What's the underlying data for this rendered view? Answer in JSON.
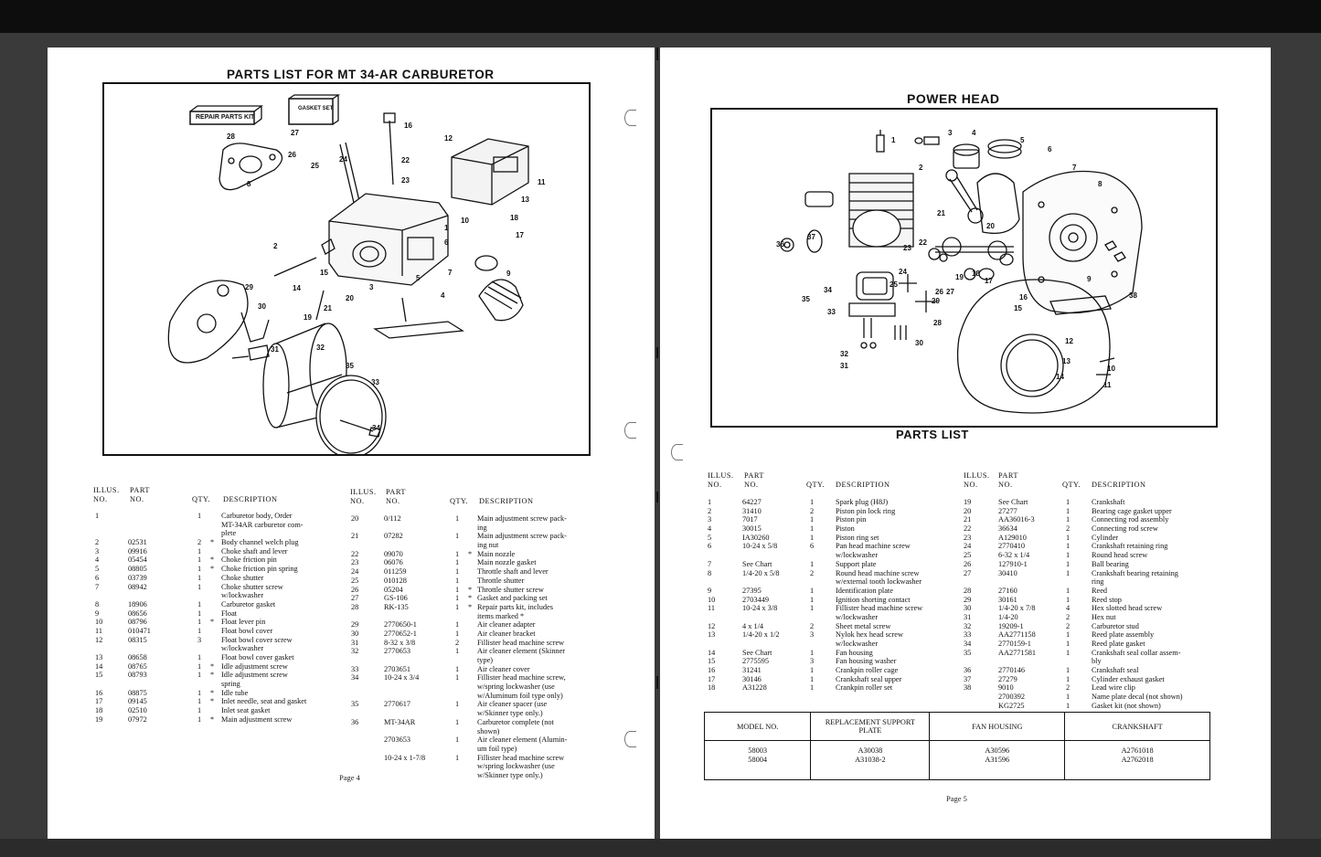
{
  "left_page": {
    "title": "PARTS LIST FOR MT 34-AR CARBURETOR",
    "diagram": {
      "kit_label": "REPAIR PARTS KIT",
      "gasket_label": "GASKET SET",
      "callouts": [
        "1",
        "2",
        "3",
        "4",
        "5",
        "6",
        "7",
        "8",
        "9",
        "10",
        "11",
        "12",
        "13",
        "14",
        "15",
        "16",
        "17",
        "18",
        "19",
        "20",
        "21",
        "22",
        "23",
        "24",
        "25",
        "26",
        "27",
        "28",
        "29",
        "30",
        "31",
        "32",
        "33",
        "34",
        "35"
      ]
    },
    "headers": {
      "illus": "ILLUS.",
      "no": "NO.",
      "part": "PART",
      "part_no": "NO.",
      "qty": "QTY.",
      "desc": "DESCRIPTION"
    },
    "col1": [
      {
        "illus": "1",
        "part": "",
        "qty": "1",
        "mark": "",
        "desc": "Carburetor body, Order"
      },
      {
        "illus": "",
        "part": "",
        "qty": "",
        "mark": "",
        "desc": "MT-34AR carburetor com-"
      },
      {
        "illus": "",
        "part": "",
        "qty": "",
        "mark": "",
        "desc": "plete"
      },
      {
        "illus": "2",
        "part": "02531",
        "qty": "2",
        "mark": "*",
        "desc": "Body channel welch plug"
      },
      {
        "illus": "3",
        "part": "09916",
        "qty": "1",
        "mark": "",
        "desc": "Choke shaft and lever"
      },
      {
        "illus": "4",
        "part": "05454",
        "qty": "1",
        "mark": "*",
        "desc": "Choke friction pin"
      },
      {
        "illus": "5",
        "part": "08805",
        "qty": "1",
        "mark": "*",
        "desc": "Choke friction pin spring"
      },
      {
        "illus": "6",
        "part": "03739",
        "qty": "1",
        "mark": "",
        "desc": "Choke shutter"
      },
      {
        "illus": "7",
        "part": "08942",
        "qty": "1",
        "mark": "",
        "desc": "Choke shutter screw"
      },
      {
        "illus": "",
        "part": "",
        "qty": "",
        "mark": "",
        "desc": "w/lockwasher"
      },
      {
        "illus": "8",
        "part": "18906",
        "qty": "1",
        "mark": "",
        "desc": "Carburetor gasket"
      },
      {
        "illus": "9",
        "part": "08656",
        "qty": "1",
        "mark": "",
        "desc": "Float"
      },
      {
        "illus": "10",
        "part": "08796",
        "qty": "1",
        "mark": "*",
        "desc": "Float lever pin"
      },
      {
        "illus": "11",
        "part": "010471",
        "qty": "1",
        "mark": "",
        "desc": "Float bowl cover"
      },
      {
        "illus": "12",
        "part": "08315",
        "qty": "3",
        "mark": "",
        "desc": "Float bowl cover screw"
      },
      {
        "illus": "",
        "part": "",
        "qty": "",
        "mark": "",
        "desc": "w/lockwasher"
      },
      {
        "illus": "13",
        "part": "08658",
        "qty": "1",
        "mark": "",
        "desc": "Float bowl cover gasket"
      },
      {
        "illus": "14",
        "part": "08765",
        "qty": "1",
        "mark": "*",
        "desc": "Idle adjustment screw"
      },
      {
        "illus": "15",
        "part": "08793",
        "qty": "1",
        "mark": "*",
        "desc": "Idle adjustment screw"
      },
      {
        "illus": "",
        "part": "",
        "qty": "",
        "mark": "",
        "desc": "spring"
      },
      {
        "illus": "16",
        "part": "08875",
        "qty": "1",
        "mark": "*",
        "desc": "Idle tube"
      },
      {
        "illus": "17",
        "part": "09145",
        "qty": "1",
        "mark": "*",
        "desc": "Inlet needle, seat and gasket"
      },
      {
        "illus": "18",
        "part": "02510",
        "qty": "1",
        "mark": "",
        "desc": "Inlet seat gasket"
      },
      {
        "illus": "19",
        "part": "07972",
        "qty": "1",
        "mark": "*",
        "desc": "Main adjustment screw"
      }
    ],
    "col2": [
      {
        "illus": "20",
        "part": "0/112",
        "qty": "1",
        "mark": "",
        "desc": "Main adjustment screw pack-"
      },
      {
        "illus": "",
        "part": "",
        "qty": "",
        "mark": "",
        "desc": "ing"
      },
      {
        "illus": "21",
        "part": "07282",
        "qty": "1",
        "mark": "",
        "desc": "Main adjustment screw pack-"
      },
      {
        "illus": "",
        "part": "",
        "qty": "",
        "mark": "",
        "desc": "ing nut"
      },
      {
        "illus": "22",
        "part": "09070",
        "qty": "1",
        "mark": "*",
        "desc": "Main nozzle"
      },
      {
        "illus": "23",
        "part": "06076",
        "qty": "1",
        "mark": "",
        "desc": "Main nozzle gasket"
      },
      {
        "illus": "24",
        "part": "011259",
        "qty": "1",
        "mark": "",
        "desc": "Throttle shaft and lever"
      },
      {
        "illus": "25",
        "part": "010128",
        "qty": "1",
        "mark": "",
        "desc": "Throttle shutter"
      },
      {
        "illus": "26",
        "part": "05204",
        "qty": "1",
        "mark": "*",
        "desc": "Throttle shutter screw"
      },
      {
        "illus": "27",
        "part": "GS-106",
        "qty": "1",
        "mark": "*",
        "desc": "Gasket and packing set"
      },
      {
        "illus": "28",
        "part": "RK-135",
        "qty": "1",
        "mark": "*",
        "desc": "Repair parts kit, includes"
      },
      {
        "illus": "",
        "part": "",
        "qty": "",
        "mark": "",
        "desc": "items marked *"
      },
      {
        "illus": "29",
        "part": "2770650-1",
        "qty": "1",
        "mark": "",
        "desc": "Air cleaner adapter"
      },
      {
        "illus": "30",
        "part": "2770652-1",
        "qty": "1",
        "mark": "",
        "desc": "Air cleaner bracket"
      },
      {
        "illus": "31",
        "part": "8-32 x 3/8",
        "qty": "2",
        "mark": "",
        "desc": "Fillister head machine screw"
      },
      {
        "illus": "32",
        "part": "2770653",
        "qty": "1",
        "mark": "",
        "desc": "Air cleaner element (Skinner"
      },
      {
        "illus": "",
        "part": "",
        "qty": "",
        "mark": "",
        "desc": "type)"
      },
      {
        "illus": "33",
        "part": "2703651",
        "qty": "1",
        "mark": "",
        "desc": "Air cleaner cover"
      },
      {
        "illus": "34",
        "part": "10-24 x 3/4",
        "qty": "1",
        "mark": "",
        "desc": "Fillister head machine screw,"
      },
      {
        "illus": "",
        "part": "",
        "qty": "",
        "mark": "",
        "desc": "w/spring lockwasher (use"
      },
      {
        "illus": "",
        "part": "",
        "qty": "",
        "mark": "",
        "desc": "w/Aluminum foil type only)"
      },
      {
        "illus": "35",
        "part": "2770617",
        "qty": "1",
        "mark": "",
        "desc": "Air cleaner spacer (use"
      },
      {
        "illus": "",
        "part": "",
        "qty": "",
        "mark": "",
        "desc": "w/Skinner type only.)"
      },
      {
        "illus": "36",
        "part": "MT-34AR",
        "qty": "1",
        "mark": "",
        "desc": "Carburetor complete (not"
      },
      {
        "illus": "",
        "part": "",
        "qty": "",
        "mark": "",
        "desc": "shown)"
      },
      {
        "illus": "",
        "part": "2703653",
        "qty": "1",
        "mark": "",
        "desc": "Air cleaner element (Alumin-"
      },
      {
        "illus": "",
        "part": "",
        "qty": "",
        "mark": "",
        "desc": "um foil type)"
      },
      {
        "illus": "",
        "part": "10-24 x 1-7/8",
        "qty": "1",
        "mark": "",
        "desc": "Fillister head machine screw"
      },
      {
        "illus": "",
        "part": "",
        "qty": "",
        "mark": "",
        "desc": "w/spring lockwasher (use"
      },
      {
        "illus": "",
        "part": "",
        "qty": "",
        "mark": "",
        "desc": "w/Skinner type only.)"
      }
    ],
    "page_number": "Page 4"
  },
  "right_page": {
    "title": "POWER HEAD",
    "diagram": {
      "callouts": [
        "1",
        "2",
        "3",
        "4",
        "5",
        "6",
        "7",
        "8",
        "9",
        "10",
        "11",
        "12",
        "13",
        "14",
        "15",
        "16",
        "17",
        "18",
        "19",
        "20",
        "21",
        "22",
        "23",
        "24",
        "25",
        "26",
        "27",
        "28",
        "29",
        "30",
        "31",
        "32",
        "33",
        "34",
        "35",
        "36",
        "37",
        "38"
      ]
    },
    "subtitle": "PARTS LIST",
    "headers": {
      "illus": "ILLUS.",
      "no": "NO.",
      "part": "PART",
      "part_no": "NO.",
      "qty": "QTY.",
      "desc": "DESCRIPTION"
    },
    "col1": [
      {
        "illus": "1",
        "part": "64227",
        "qty": "1",
        "desc": "Spark plug (H8J)"
      },
      {
        "illus": "2",
        "part": "31410",
        "qty": "2",
        "desc": "Piston pin lock ring"
      },
      {
        "illus": "3",
        "part": "7017",
        "qty": "1",
        "desc": "Piston pin"
      },
      {
        "illus": "4",
        "part": "30015",
        "qty": "1",
        "desc": "Piston"
      },
      {
        "illus": "5",
        "part": "IA30260",
        "qty": "1",
        "desc": "Piston ring set"
      },
      {
        "illus": "6",
        "part": "10-24 x 5/8",
        "qty": "6",
        "desc": "Pan head machine screw"
      },
      {
        "illus": "",
        "part": "",
        "qty": "",
        "desc": "w/lockwasher"
      },
      {
        "illus": "7",
        "part": "See Chart",
        "qty": "1",
        "desc": "Support plate"
      },
      {
        "illus": "8",
        "part": "1/4-20 x 5/8",
        "qty": "2",
        "desc": "Round head machine screw"
      },
      {
        "illus": "",
        "part": "",
        "qty": "",
        "desc": "w/external tooth lockwasher"
      },
      {
        "illus": "9",
        "part": "27395",
        "qty": "1",
        "desc": "Identification plate"
      },
      {
        "illus": "10",
        "part": "2703449",
        "qty": "1",
        "desc": "Ignition shorting contact"
      },
      {
        "illus": "11",
        "part": "10-24 x 3/8",
        "qty": "1",
        "desc": "Fillister head machine screw"
      },
      {
        "illus": "",
        "part": "",
        "qty": "",
        "desc": "w/lockwasher"
      },
      {
        "illus": "12",
        "part": "4 x 1/4",
        "qty": "2",
        "desc": "Sheet metal screw"
      },
      {
        "illus": "13",
        "part": "1/4-20 x 1/2",
        "qty": "3",
        "desc": "Nylok hex head screw"
      },
      {
        "illus": "",
        "part": "",
        "qty": "",
        "desc": "w/lockwasher"
      },
      {
        "illus": "14",
        "part": "See Chart",
        "qty": "1",
        "desc": "Fan housing"
      },
      {
        "illus": "15",
        "part": "2775595",
        "qty": "3",
        "desc": "Fan housing washer"
      },
      {
        "illus": "16",
        "part": "31241",
        "qty": "1",
        "desc": "Crankpin roller cage"
      },
      {
        "illus": "17",
        "part": "30146",
        "qty": "1",
        "desc": "Crankshaft seal upper"
      },
      {
        "illus": "18",
        "part": "A31228",
        "qty": "1",
        "desc": "Crankpin roller set"
      }
    ],
    "col2": [
      {
        "illus": "19",
        "part": "See Chart",
        "qty": "1",
        "desc": "Crankshaft"
      },
      {
        "illus": "20",
        "part": "27277",
        "qty": "1",
        "desc": "Bearing cage gasket upper"
      },
      {
        "illus": "21",
        "part": "AA36016-3",
        "qty": "1",
        "desc": "Connecting rod assembly"
      },
      {
        "illus": "22",
        "part": "36634",
        "qty": "2",
        "desc": "Connecting rod screw"
      },
      {
        "illus": "23",
        "part": "A129010",
        "qty": "1",
        "desc": "Cylinder"
      },
      {
        "illus": "24",
        "part": "2770410",
        "qty": "1",
        "desc": "Crankshaft retaining ring"
      },
      {
        "illus": "25",
        "part": "6-32 x 1/4",
        "qty": "1",
        "desc": "Round head screw"
      },
      {
        "illus": "26",
        "part": "127910-1",
        "qty": "1",
        "desc": "Ball bearing"
      },
      {
        "illus": "27",
        "part": "30410",
        "qty": "1",
        "desc": "Crankshaft bearing retaining"
      },
      {
        "illus": "",
        "part": "",
        "qty": "",
        "desc": "ring"
      },
      {
        "illus": "28",
        "part": "27160",
        "qty": "1",
        "desc": "Reed"
      },
      {
        "illus": "29",
        "part": "30161",
        "qty": "1",
        "desc": "Reed stop"
      },
      {
        "illus": "30",
        "part": "1/4-20 x 7/8",
        "qty": "4",
        "desc": "Hex slotted head screw"
      },
      {
        "illus": "31",
        "part": "1/4-20",
        "qty": "2",
        "desc": "Hex nut"
      },
      {
        "illus": "32",
        "part": "19209-1",
        "qty": "2",
        "desc": "Carburetor stud"
      },
      {
        "illus": "33",
        "part": "AA2771158",
        "qty": "1",
        "desc": "Reed plate assembly"
      },
      {
        "illus": "34",
        "part": "2770159-1",
        "qty": "1",
        "desc": "Reed plate gasket"
      },
      {
        "illus": "35",
        "part": "AA2771581",
        "qty": "1",
        "desc": "Crankshaft seal collar assem-"
      },
      {
        "illus": "",
        "part": "",
        "qty": "",
        "desc": "bly"
      },
      {
        "illus": "36",
        "part": "2770146",
        "qty": "1",
        "desc": "Crankshaft seal"
      },
      {
        "illus": "37",
        "part": "27279",
        "qty": "1",
        "desc": "Cylinder exhaust gasket"
      },
      {
        "illus": "38",
        "part": "9010",
        "qty": "2",
        "desc": "Lead wire clip"
      },
      {
        "illus": "",
        "part": "2700392",
        "qty": "1",
        "desc": "Name plate decal (not shown)"
      },
      {
        "illus": "",
        "part": "KG2725",
        "qty": "1",
        "desc": "Gasket kit (not shown)"
      }
    ],
    "model_table": {
      "headers": [
        "MODEL NO.",
        "REPLACEMENT SUPPORT PLATE",
        "FAN HOUSING",
        "CRANKSHAFT"
      ],
      "rows": [
        [
          "58003",
          "A30038",
          "A30596",
          "A2761018"
        ],
        [
          "58004",
          "A31038-2",
          "A31596",
          "A2762018"
        ]
      ]
    },
    "page_number": "Page 5"
  }
}
